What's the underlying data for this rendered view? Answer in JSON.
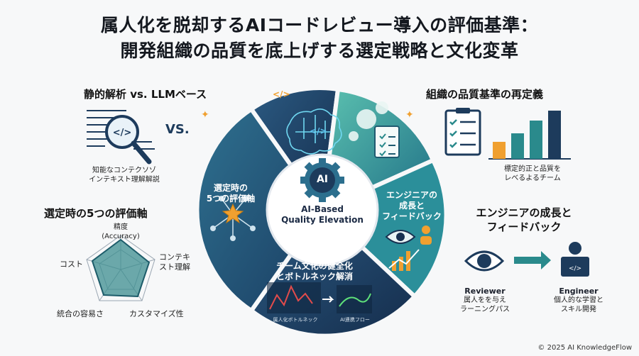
{
  "title": {
    "line1": "属人化を脱却するAIコードレビュー導入の評価基準：",
    "line2": "開発組織の品質を底上げする選定戦略と文化変革"
  },
  "left": {
    "static_vs_llm": "静的解析 vs. LLMベース",
    "vs": "VS.",
    "contextual_1": "知能なコンテクソゾ",
    "contextual_2": "インテキスト理解解説",
    "five_axes_title": "選定時の5つの評価軸",
    "radar": {
      "accuracy": "精度",
      "accuracy_en": "(Accuracy)",
      "context": "コンテキ",
      "context2": "スト理解",
      "cost": "コスト",
      "integration": "統合の容易さ",
      "custom": "カスタマイズ性"
    }
  },
  "ring": {
    "axes_1": "選定時の",
    "axes_2": "5つの評価軸",
    "growth_1": "エンジニアの",
    "growth_2": "成長と",
    "growth_3": "フィードバック",
    "culture_1": "チーム文化の健全化",
    "culture_2": "とボトルネック解消",
    "bottleneck": "属人化ボトルネック",
    "ai_flow": "AI連携フロー"
  },
  "center": {
    "badge": "AI",
    "line1": "AI-Based",
    "line2": "Quality Elevation"
  },
  "right": {
    "redefine": "組織の品質基準の再定義",
    "std_1": "標定的正と品質を",
    "std_2": "レべるよるチーム",
    "growth_title_1": "エンジニアの成長と",
    "growth_title_2": "フィードバック",
    "reviewer": "Reviewer",
    "reviewer_sub1": "属人をを与え",
    "reviewer_sub2": "ラーニングパス",
    "engineer": "Engineer",
    "engineer_sub1": "個人的な学習と",
    "engineer_sub2": "スキル開発"
  },
  "code_glyph": "</>",
  "footer": "© 2025 AI KnowledgeFlow",
  "colors": {
    "navy": "#1d3b5c",
    "teal": "#2a8a8c",
    "teal_light": "#4fb3a6",
    "orange": "#f0a030",
    "deep": "#173050"
  }
}
